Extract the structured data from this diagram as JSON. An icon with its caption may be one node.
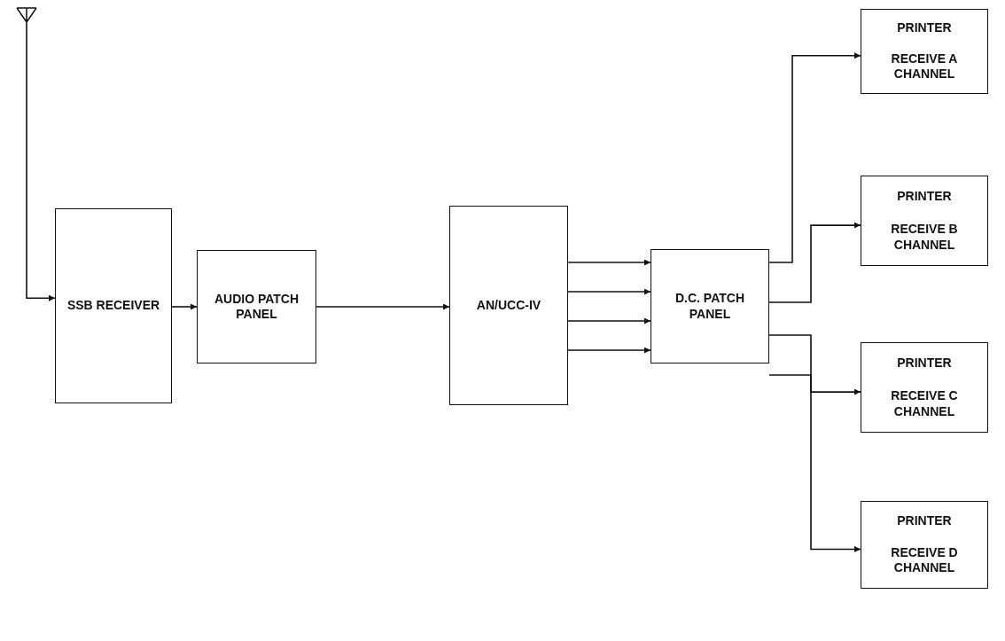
{
  "diagram": {
    "nodes": [
      {
        "text": [],
        "shape": "picture"
      },
      {
        "text": [
          "SSB RECEIVER"
        ]
      },
      {
        "text": [
          "AUDIO PATCH PANEL"
        ]
      },
      {
        "text": [
          "AN/UCC-IV"
        ]
      },
      {
        "text": [
          "D.C. PATCH PANEL"
        ]
      },
      {
        "text": [
          "PRINTER",
          "RECEIVE A CHANNEL"
        ]
      },
      {
        "text": [
          "PRINTER",
          "RECEIVE B CHANNEL"
        ]
      },
      {
        "text": [
          "PRINTER",
          "RECEIVE C CHANNEL"
        ]
      },
      {
        "text": [
          "PRINTER",
          "RECEIVE D CHANNEL"
        ]
      }
    ],
    "edges": [
      {
        "from": 0,
        "to": 1,
        "arrow": "to"
      },
      {
        "from": 1,
        "to": 2,
        "arrow": "to"
      },
      {
        "from": 2,
        "to": 3,
        "arrow": "to"
      },
      {
        "from": 3,
        "to": 4,
        "arrow": "to"
      },
      {
        "from": 3,
        "to": 4,
        "arrow": "to"
      },
      {
        "from": 3,
        "to": 4,
        "arrow": "to"
      },
      {
        "from": 3,
        "to": 4,
        "arrow": "to"
      },
      {
        "from": 4,
        "to": 5,
        "arrow": "to"
      },
      {
        "from": 4,
        "to": 6,
        "arrow": "to"
      },
      {
        "from": 4,
        "to": 7,
        "arrow": "to"
      },
      {
        "from": 4,
        "to": 8,
        "arrow": "to"
      }
    ]
  }
}
